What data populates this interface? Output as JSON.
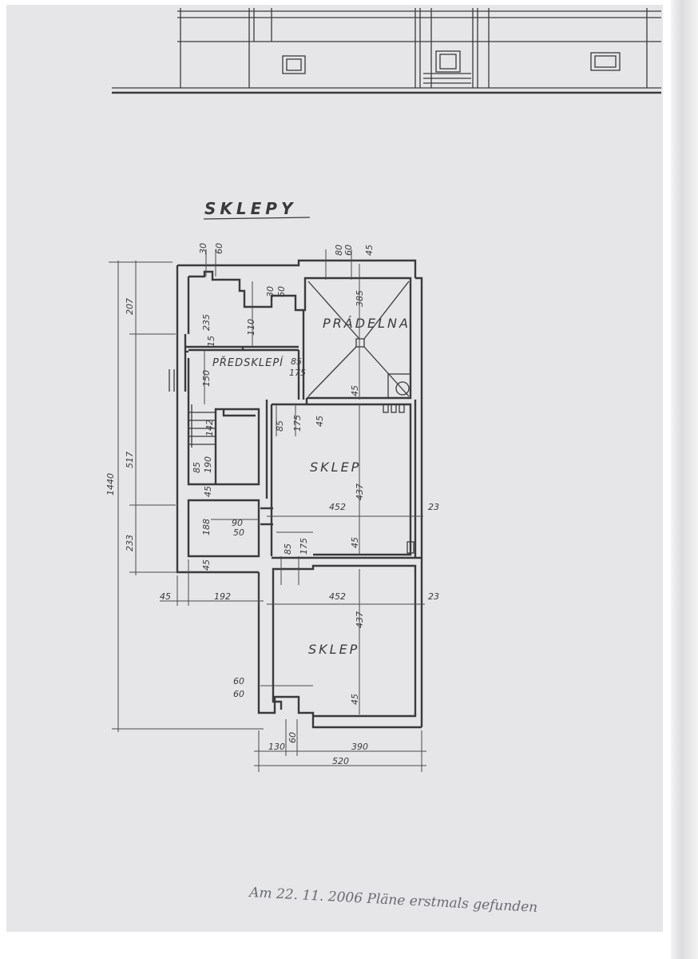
{
  "drawing": {
    "title": "SKLEPY",
    "rooms": {
      "pradelna": "PRÁDELNA",
      "predsklepi": "PŘEDSKLEPÍ",
      "sklep_upper": "SKLEP",
      "sklep_lower": "SKLEP"
    },
    "dimensions": {
      "overall_height": "1440",
      "left_207": "207",
      "left_517": "517",
      "left_233": "233",
      "bottom_520": "520",
      "bottom_130": "130",
      "bottom_60": "60",
      "bottom_390": "390",
      "row_45": "45",
      "row_192": "192",
      "upper_452": "452",
      "upper_437": "437",
      "upper_23": "23",
      "lower_452": "452",
      "lower_437": "437",
      "lower_23": "23",
      "top_30": "30",
      "top_60a": "60",
      "top_80": "80",
      "top_60b": "60",
      "top_45": "45",
      "mid_30": "30",
      "mid_60": "60",
      "d_235": "235",
      "d_110": "110",
      "d_385": "385",
      "d_15": "15",
      "d_150": "150",
      "d_85a": "85",
      "d_175a": "175",
      "d_45a": "45",
      "d_85b": "85",
      "d_175b": "175",
      "d_142": "142",
      "d_85c": "85",
      "d_190": "190",
      "d_45b": "45",
      "d_188": "188",
      "d_90": "90",
      "d_50": "50",
      "d_85d": "85",
      "d_175c": "175",
      "d_45c": "45",
      "d_45d": "45",
      "d_45e": "45",
      "d_60c": "60",
      "d_60d": "60",
      "d_45f": "45"
    }
  },
  "handwritten_note": "Am 22. 11. 2006 Pläne erstmals gefunden"
}
